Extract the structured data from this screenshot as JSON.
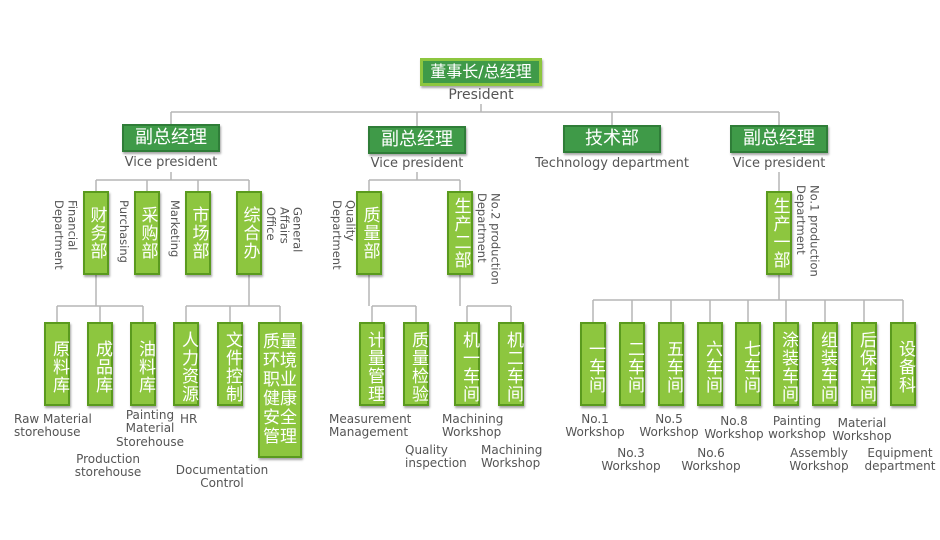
{
  "top": {
    "zh": "董事长/总经理",
    "en": "President"
  },
  "level2": [
    {
      "zh": "副总经理",
      "en": "Vice president"
    },
    {
      "zh": "副总经理",
      "en": "Vice president"
    },
    {
      "zh": "技术部",
      "en": "Technology department"
    },
    {
      "zh": "副总经理",
      "en": "Vice president"
    }
  ],
  "depts": [
    {
      "zh": "财务部",
      "en": "Financial\nDepartment"
    },
    {
      "zh": "采购部",
      "en": "Purchasing"
    },
    {
      "zh": "市场部",
      "en": "Marketing"
    },
    {
      "zh": "综合办",
      "en": "General\nAffairs\nOffice"
    },
    {
      "zh": "质量部",
      "en": "Quality\nDepartment"
    },
    {
      "zh": "生产二部",
      "en": "No.2 production\nDepartment"
    },
    {
      "zh": "生产一部",
      "en": "No.1 production\nDepartment"
    }
  ],
  "units": [
    {
      "zh": "原料库",
      "en": "Raw Material\nstorehouse"
    },
    {
      "zh": "成品库",
      "en": "Production\nstorehouse"
    },
    {
      "zh": "油料库",
      "en": "Painting\nMaterial\nStorehouse"
    },
    {
      "zh": "人力资源",
      "en": "HR"
    },
    {
      "zh": "文件控制",
      "en": "Documentation\nControl"
    },
    {
      "zh": "质量\n环境\n职业\n健康\n安全\n管理",
      "en": ""
    },
    {
      "zh": "计量管理",
      "en": "Measurement\nManagement"
    },
    {
      "zh": "质量检验",
      "en": "Quality\ninspection"
    },
    {
      "zh": "机一车间",
      "en": "Machining\nWorkshop"
    },
    {
      "zh": "机二车间",
      "en": "Machining\nWorkshop"
    },
    {
      "zh": "一车间",
      "en": "No.1\nWorkshop"
    },
    {
      "zh": "二车间",
      "en": "No.3\nWorkshop"
    },
    {
      "zh": "五车间",
      "en": "No.5\nWorkshop"
    },
    {
      "zh": "六车间",
      "en": "No.6\nWorkshop"
    },
    {
      "zh": "七车间",
      "en": "No.8\nWorkshop"
    },
    {
      "zh": "涂装车间",
      "en": "Painting\nworkshop"
    },
    {
      "zh": "组装车间",
      "en": "Assembly\nWorkshop"
    },
    {
      "zh": "后保车间",
      "en": "Material\nWorkshop"
    },
    {
      "zh": "设备科",
      "en": "Equipment\ndepartment"
    }
  ],
  "colors": {
    "dark_green": "#3f9a48",
    "light_green": "#8dc63f",
    "line": "#b5b5b5",
    "label": "#555555"
  }
}
